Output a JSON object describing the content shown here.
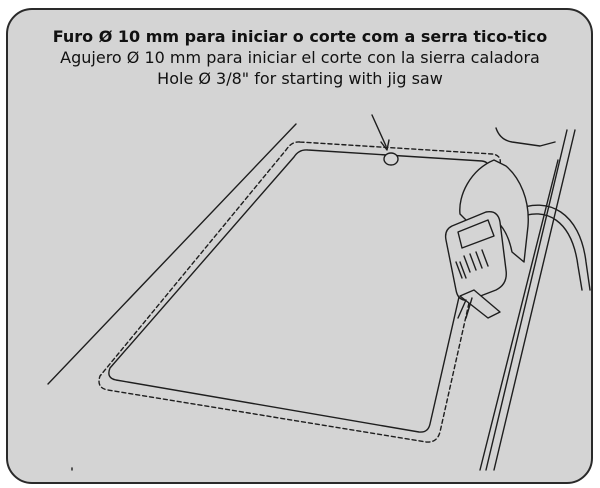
{
  "captions": {
    "pt": "Furo Ø 10 mm para iniciar o corte com a serra tico-tico",
    "es": "Agujero Ø 10 mm para iniciar el corte con la sierra caladora",
    "en": "Hole Ø 3/8\"  for starting with jig saw"
  },
  "colors": {
    "panel_background": "#d4d4d4",
    "line": "#1e1e1e",
    "cutout": "#d6d6d6"
  }
}
